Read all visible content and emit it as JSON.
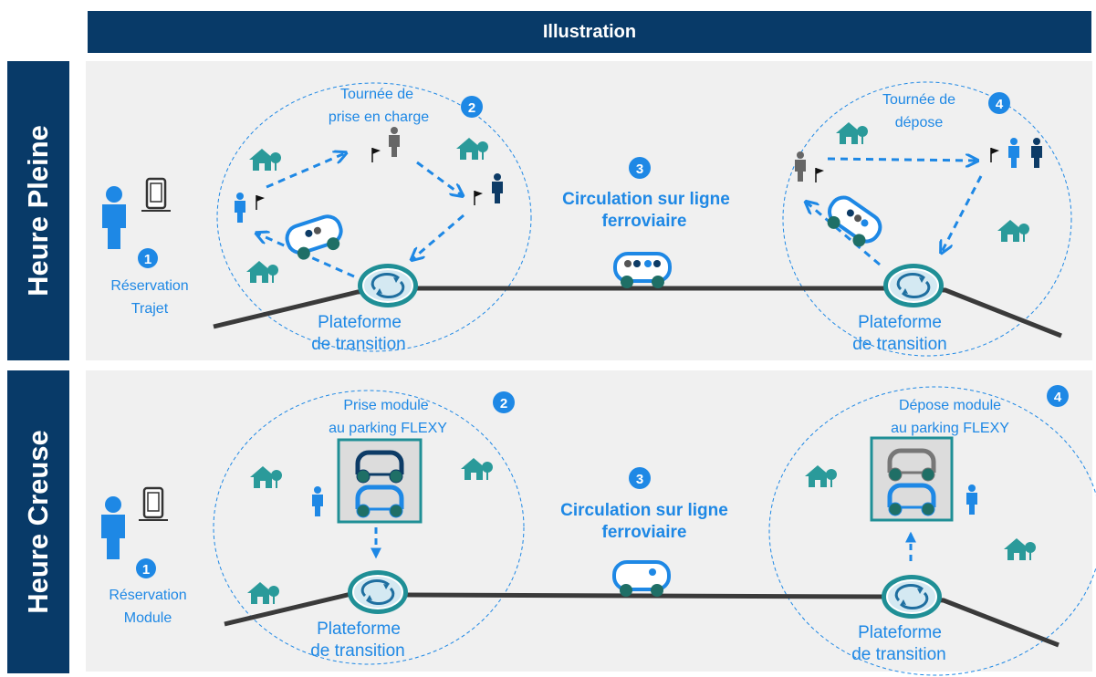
{
  "header": {
    "title": "Illustration"
  },
  "rows": [
    {
      "label": "Heure Pleine",
      "step1": {
        "num": "1",
        "line1": "Réservation",
        "line2": "Trajet"
      },
      "step2": {
        "num": "2",
        "line1": "Tournée de",
        "line2": "prise en charge"
      },
      "step3": {
        "num": "3",
        "line1": "Circulation sur ligne",
        "line2": "ferroviaire"
      },
      "step4": {
        "num": "4",
        "line1": "Tournée de",
        "line2": "dépose"
      },
      "platform_left": {
        "line1": "Plateforme",
        "line2": "de transition"
      },
      "platform_right": {
        "line1": "Plateforme",
        "line2": "de transition"
      }
    },
    {
      "label": "Heure Creuse",
      "step1": {
        "num": "1",
        "line1": "Réservation",
        "line2": "Module"
      },
      "step2": {
        "num": "2",
        "line1": "Prise module",
        "line2": "au parking FLEXY"
      },
      "step3": {
        "num": "3",
        "line1": "Circulation sur ligne",
        "line2": "ferroviaire"
      },
      "step4": {
        "num": "4",
        "line1": "Dépose module",
        "line2": "au parking FLEXY"
      },
      "platform_left": {
        "line1": "Plateforme",
        "line2": "de transition"
      },
      "platform_right": {
        "line1": "Plateforme",
        "line2": "de transition"
      }
    }
  ],
  "colors": {
    "navy": "#083a68",
    "blue": "#1e88e5",
    "teal": "#1f8f96",
    "track": "#3a3a3a",
    "person_dark": "#0d3b66",
    "person_grey": "#666666",
    "house": "#2a9a9a"
  },
  "icons": [
    "person-icon",
    "phone-icon",
    "house-icon",
    "flag-icon",
    "vehicle-icon",
    "platform-icon",
    "parking-icon",
    "number-badge"
  ]
}
